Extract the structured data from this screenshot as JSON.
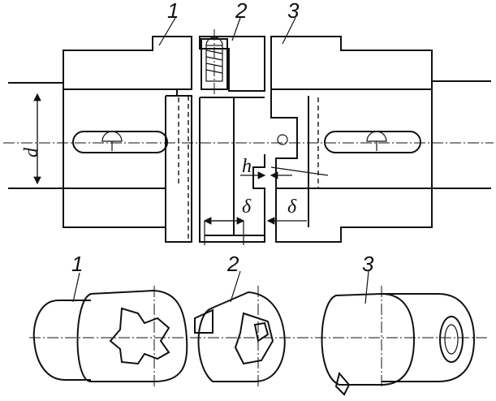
{
  "labels": {
    "top_part_1": "1",
    "top_part_2": "2",
    "top_part_3": "3",
    "bottom_part_1": "1",
    "bottom_part_2": "2",
    "bottom_part_3": "3",
    "diameter": "d",
    "height": "h",
    "gap_left": "δ",
    "gap_right": "δ"
  }
}
